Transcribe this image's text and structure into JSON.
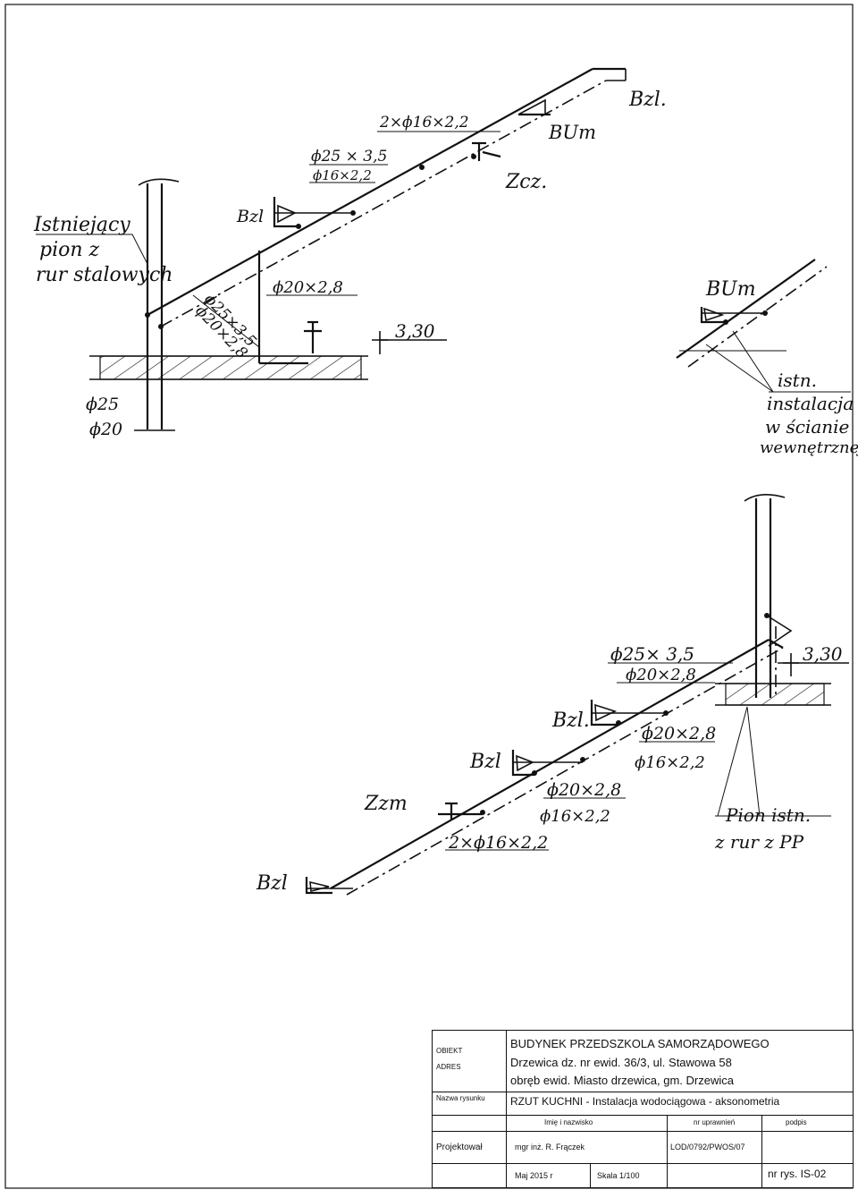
{
  "drawing": {
    "upper": {
      "existing_riser_note": [
        "Istniejący",
        "pion z",
        "rur stalowych"
      ],
      "riser_dim_top": "ϕ25",
      "riser_dim_bottom": "ϕ20",
      "branch_pair_top": "2×ϕ16×2,2",
      "branch_pair_mid1": "ϕ25 × 3,5",
      "branch_pair_mid2": "ϕ16×2,2",
      "diag_dim_1": "ϕ25×3,5",
      "diag_dim_2": "ϕ20×2,8",
      "vertical_dim": "ϕ20×2,8",
      "label_bzl_left": "Bzl",
      "label_bzl_top": "Bzl.",
      "label_bum": "BUm",
      "label_zcz": "Zcz.",
      "level": "3,30"
    },
    "right_detail": {
      "label_bum": "BUm",
      "note": [
        "istn.",
        "instalacja",
        "w ścianie",
        "wewnętrznej"
      ]
    },
    "lower": {
      "dim_top_1": "ϕ25× 3,5",
      "dim_top_2": "ϕ20×2,8",
      "dim_mid_1": "ϕ20×2,8",
      "dim_mid_2": "ϕ16×2,2",
      "dim_low_1": "ϕ20×2,8",
      "dim_low_2": "ϕ16×2,2",
      "dim_pair": "2×ϕ16×2,2",
      "label_bzl_1": "Bzl.",
      "label_bzl_2": "Bzl",
      "label_bzl_3": "Bzl",
      "label_zzm": "Zzm",
      "level": "3,30",
      "riser_note": [
        "Pion istn.",
        "z rur z PP"
      ]
    }
  },
  "title_block": {
    "obiekt_label": "OBIEKT",
    "adres_label": "ADRES",
    "obiekt_value": "BUDYNEK PRZEDSZKOLA SAMORZĄDOWEGO",
    "adres_value_1": "Drzewica dz. nr ewid. 36/3, ul. Stawowa 58",
    "adres_value_2": "obręb ewid. Miasto drzewica, gm. Drzewica",
    "nazwa_label": "Nazwa rysunku",
    "nazwa_value": "RZUT KUCHNI - Instalacja wodociągowa - aksonometria",
    "col_name": "Imię i nazwisko",
    "col_license": "nr uprawnień",
    "col_sign": "podpis",
    "projektowal_label": "Projektował",
    "designer": "mgr inż. R. Frączek",
    "license": "LOD/0792/PWOS/07",
    "date": "Maj 2015 r",
    "scale": "Skala 1/100",
    "drawing_no": "nr rys. IS-02"
  }
}
